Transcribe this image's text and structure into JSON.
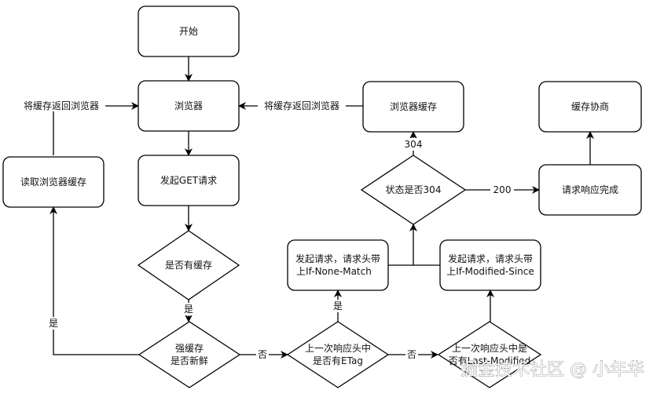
{
  "nodes": {
    "start": "开始",
    "browser": "浏览器",
    "send_get": "发起GET请求",
    "has_cache": "是否有缓存",
    "strong_cache": [
      "强缓存",
      "是否新鲜"
    ],
    "read_cache": "读取浏览器缓存",
    "etag_check": [
      "上一次响应头中",
      "是否有ETag"
    ],
    "lastmod_check": [
      "上一次响应头中是",
      "否有Last-Modified"
    ],
    "req_if_none_match": [
      "发起请求，请求头带",
      "上If-None-Match"
    ],
    "req_if_modified_since": [
      "发起请求，请求头带",
      "上If-Modified-Since"
    ],
    "status_304": "状态是否304",
    "browser_cache": "浏览器缓存",
    "request_done": "请求响应完成",
    "cache_negotiation": "缓存协商"
  },
  "edge_labels": {
    "return_left": "将缓存返回浏览器",
    "return_mid": "将缓存返回浏览器",
    "yes_has_cache": "是",
    "yes_fresh": "是",
    "no_fresh": "否",
    "yes_etag": "是",
    "no_etag": "否",
    "code_304": "304",
    "code_200": "200"
  },
  "watermark": "掘金技术社区 @ 小年华"
}
